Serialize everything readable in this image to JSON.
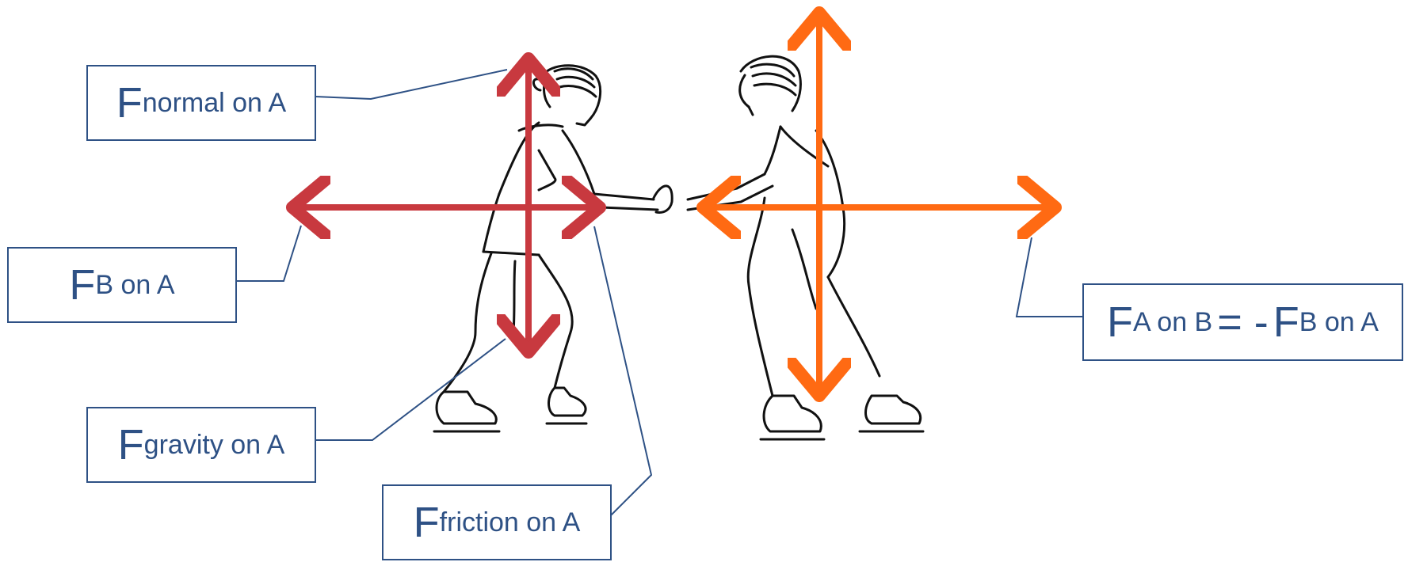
{
  "colors": {
    "label": "#2E5185",
    "force_on_A": "#C8393F",
    "force_on_B": "#FF6A13",
    "sketch": "#111111"
  },
  "labels": {
    "normal": {
      "main": "F",
      "sub": "normal on A"
    },
    "b_on_a": {
      "main": "F",
      "sub": "B on A"
    },
    "gravity": {
      "main": "F",
      "sub": "gravity on A"
    },
    "friction": {
      "main": "F",
      "sub": "friction on A"
    },
    "a_on_b": {
      "main": "F",
      "sub": "A on B",
      "eq": "= -",
      "main2": "F",
      "sub2": "B on A"
    }
  },
  "figures": {
    "skater_a": "skater-a-figure",
    "skater_b": "skater-b-figure"
  }
}
